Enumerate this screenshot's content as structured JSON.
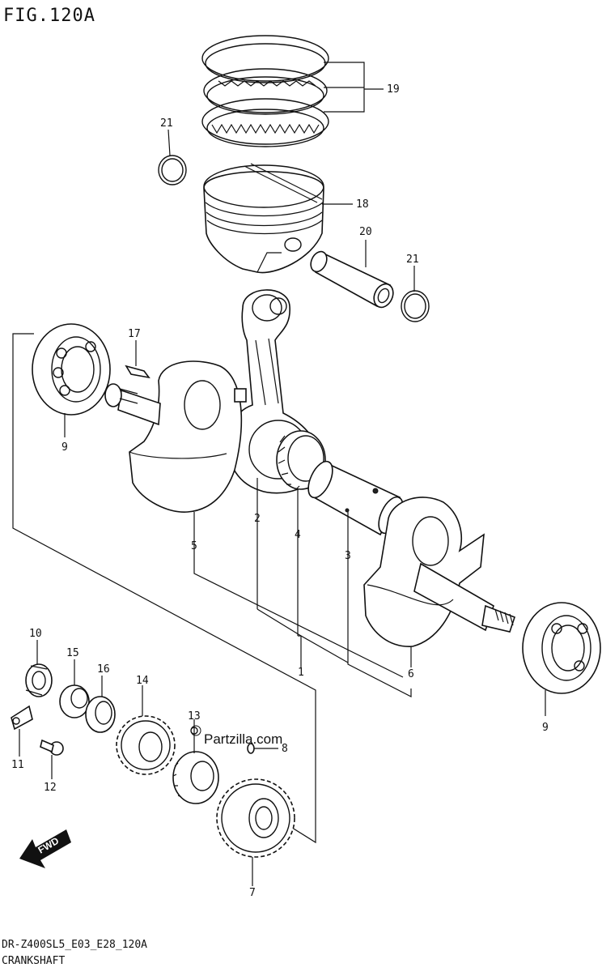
{
  "header": {
    "figure_title": "FIG.120A"
  },
  "footer": {
    "model_code": "DR-Z400SL5_E03_E28_120A",
    "section_name": "CRANKSHAFT"
  },
  "watermark": {
    "text": "Partzilla.com",
    "icon": "copyright-icon"
  },
  "direction_badge": {
    "text": "FWD",
    "icon": "forward-arrow-icon"
  },
  "callouts": [
    {
      "id": "c1",
      "label": "1"
    },
    {
      "id": "c2",
      "label": "2"
    },
    {
      "id": "c3",
      "label": "3"
    },
    {
      "id": "c4",
      "label": "4"
    },
    {
      "id": "c5",
      "label": "5"
    },
    {
      "id": "c6",
      "label": "6"
    },
    {
      "id": "c7",
      "label": "7"
    },
    {
      "id": "c8",
      "label": "8"
    },
    {
      "id": "c9a",
      "label": "9"
    },
    {
      "id": "c9b",
      "label": "9"
    },
    {
      "id": "c10",
      "label": "10"
    },
    {
      "id": "c11",
      "label": "11"
    },
    {
      "id": "c12",
      "label": "12"
    },
    {
      "id": "c13",
      "label": "13"
    },
    {
      "id": "c14",
      "label": "14"
    },
    {
      "id": "c15",
      "label": "15"
    },
    {
      "id": "c16",
      "label": "16"
    },
    {
      "id": "c17",
      "label": "17"
    },
    {
      "id": "c18",
      "label": "18"
    },
    {
      "id": "c19",
      "label": "19"
    },
    {
      "id": "c20",
      "label": "20"
    },
    {
      "id": "c21a",
      "label": "21"
    },
    {
      "id": "c21b",
      "label": "21"
    }
  ]
}
